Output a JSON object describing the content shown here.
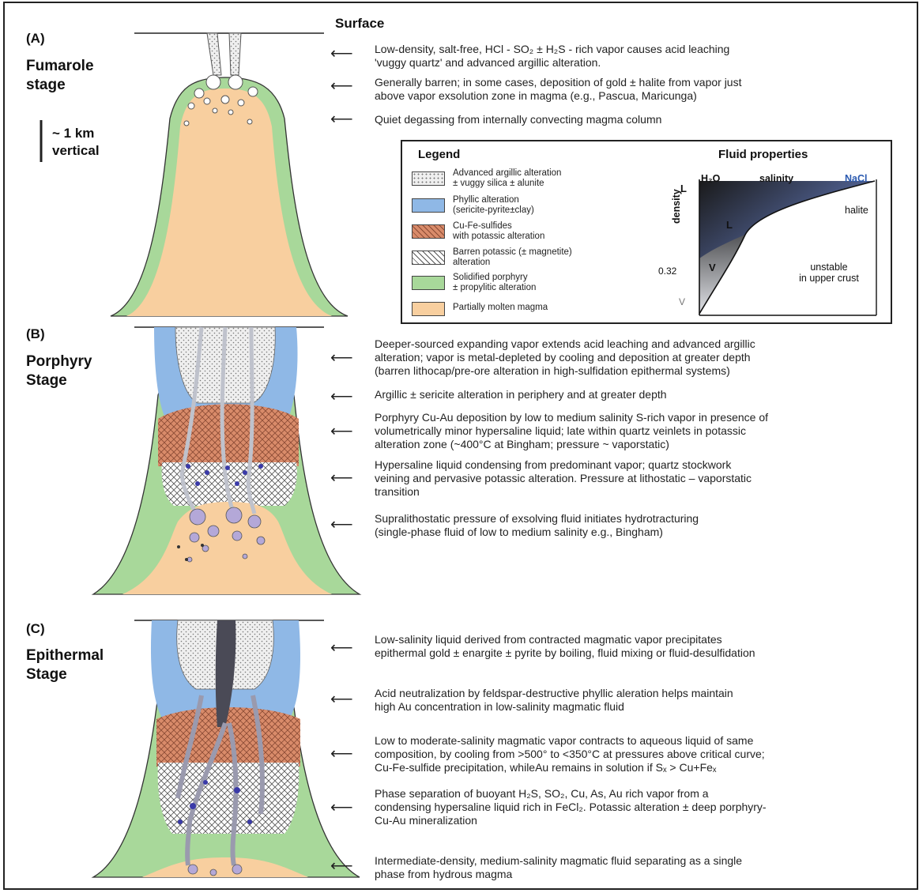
{
  "surface_label": "Surface",
  "scale_bar": {
    "line1": "~ 1 km",
    "line2": "vertical"
  },
  "stages": [
    {
      "letter": "(A)",
      "name_line1": "Fumarole",
      "name_line2": "stage"
    },
    {
      "letter": "(B)",
      "name_line1": "Porphyry",
      "name_line2": "Stage"
    },
    {
      "letter": "(C)",
      "name_line1": "Epithermal",
      "name_line2": "Stage"
    }
  ],
  "annotations": {
    "a1": [
      "Low-density, salt-free, HCl - SO₂ ± H₂S - rich vapor causes acid leaching",
      "'vuggy quartz' and advanced argillic alteration."
    ],
    "a2": [
      "Generally barren; in some cases, deposition of gold ± halite from vapor just",
      "above vapor exsolution zone in magma (e.g., Pascua, Maricunga)"
    ],
    "a3": [
      "Quiet degassing from internally convecting magma column"
    ],
    "b1": [
      "Deeper-sourced expanding vapor extends acid leaching and advanced argillic",
      "alteration; vapor is metal-depleted by cooling and deposition at greater depth",
      "(barren lithocap/pre-ore alteration in high-sulfidation epithermal systems)"
    ],
    "b2": [
      "Argillic ± sericite alteration in periphery and at greater depth"
    ],
    "b3": [
      "Porphyry Cu-Au deposition by low to medium salinity S-rich vapor in presence of",
      "volumetrically minor hypersaline liquid; late within quartz veinlets in potassic",
      "alteration zone (~400°C at Bingham; pressure ~ vaporstatic)"
    ],
    "b4": [
      "Hypersaline liquid condensing from predominant vapor; quartz stockwork",
      "veining and pervasive potassic alteration. Pressure at lithostatic – vaporstatic",
      "transition"
    ],
    "b5": [
      "Supralithostatic pressure of exsolving fluid initiates hydrotracturing",
      "(single-phase fluid of low to medium salinity e.g., Bingham)"
    ],
    "c1": [
      "Low-salinity liquid derived from contracted magmatic vapor precipitates",
      "epithermal gold  ± enargite ± pyrite by boiling, fluid mixing or fluid-desulfidation"
    ],
    "c2": [
      "Acid neutralization by feldspar-destructive phyllic aleration helps maintain",
      "high Au concentration in low-salinity magmatic fluid"
    ],
    "c3": [
      "Low to moderate-salinity magmatic vapor contracts to aqueous liquid of same",
      "composition, by cooling from >500° to <350°C at pressures above critical curve;",
      "Cu-Fe-sulfide precipitation, whileAu remains in solution if Sₓ > Cu+Feₓ"
    ],
    "c4": [
      "Phase separation of buoyant H₂S, SO₂, Cu, As, Au rich vapor from a",
      "condensing hypersaline liquid rich in FeCl₂. Potassic alteration ± deep porphyry-",
      "Cu-Au mineralization"
    ],
    "c5": [
      "Intermediate-density, medium-salinity magmatic fluid separating as a single",
      "phase from hydrous magma"
    ]
  },
  "legend": {
    "title": "Legend",
    "items": [
      {
        "line1": "Advanced argillic alteration",
        "line2": "± vuggy silica  ± alunite",
        "color": "#e8e8e8"
      },
      {
        "line1": "Phyllic alteration",
        "line2": "(sericite-pyrite±clay)",
        "color": "#8fb8e6"
      },
      {
        "line1": "Cu-Fe-sulfides",
        "line2": "with potassic alteration",
        "color": "#d98b6a"
      },
      {
        "line1": "Barren potassic (± magnetite)",
        "line2": "alteration",
        "color": "#e6e6e6"
      },
      {
        "line1": "Solidified porphyry",
        "line2": "± propylitic alteration",
        "color": "#a8d89a"
      },
      {
        "line1": "Partially molten magma",
        "line2": "",
        "color": "#f8cf9f"
      }
    ]
  },
  "fluid_properties": {
    "title": "Fluid properties",
    "h2o": "H₂O",
    "salinity": "salinity",
    "nacl": "NaCl",
    "density": "density",
    "l_axis": "L",
    "v_axis": "V",
    "tick": "0.32",
    "region_l": "L",
    "region_v": "V",
    "halite": "halite",
    "unstable1": "unstable",
    "unstable2": "in upper crust"
  },
  "colors": {
    "magma": "#f8cf9f",
    "porphyry": "#a8d89a",
    "phyllic": "#8fb8e6",
    "cu_fe": "#d98b6a",
    "vein": "#9a9aae",
    "dark_vein": "#4a4a56",
    "nacl_blue": "#2b5ab0"
  }
}
